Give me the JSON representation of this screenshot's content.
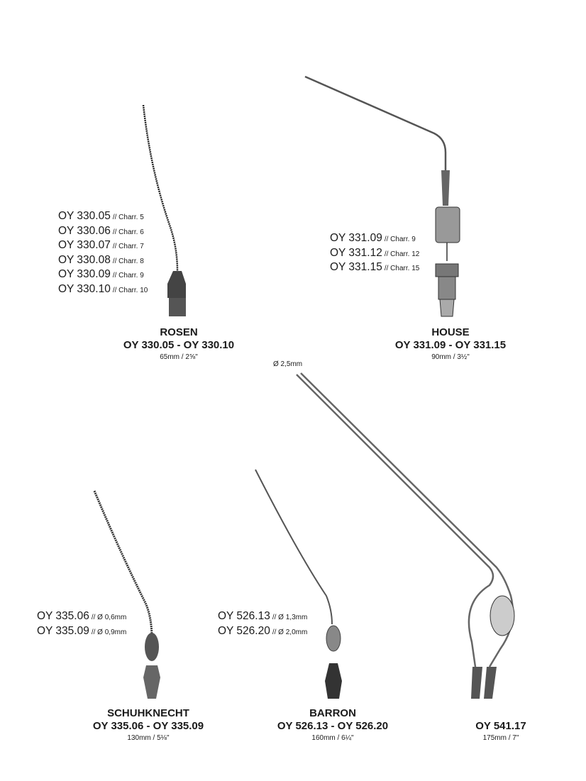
{
  "products": [
    {
      "name": "ROSEN",
      "range": "OY 330.05 - OY 330.10",
      "size": "65mm / 2⅝\"",
      "variants": [
        {
          "code": "OY 330.05",
          "spec": "// Charr. 5"
        },
        {
          "code": "OY 330.06",
          "spec": "// Charr. 6"
        },
        {
          "code": "OY 330.07",
          "spec": "// Charr. 7"
        },
        {
          "code": "OY 330.08",
          "spec": "// Charr. 8"
        },
        {
          "code": "OY 330.09",
          "spec": "// Charr. 9"
        },
        {
          "code": "OY 330.10",
          "spec": "// Charr. 10"
        }
      ]
    },
    {
      "name": "HOUSE",
      "range": "OY 331.09 - OY 331.15",
      "size": "90mm / 3½\"",
      "variants": [
        {
          "code": "OY 331.09",
          "spec": "// Charr. 9"
        },
        {
          "code": "OY 331.12",
          "spec": "// Charr. 12"
        },
        {
          "code": "OY 331.15",
          "spec": "// Charr. 15"
        }
      ]
    },
    {
      "name": "SCHUHKNECHT",
      "range": "OY 335.06 - OY 335.09",
      "size": "130mm / 5⅛\"",
      "variants": [
        {
          "code": "OY 335.06",
          "spec": "// Ø 0,6mm"
        },
        {
          "code": "OY 335.09",
          "spec": "// Ø 0,9mm"
        }
      ]
    },
    {
      "name": "BARRON",
      "range": "OY 526.13 - OY 526.20",
      "size": "160mm / 6¼\"",
      "variants": [
        {
          "code": "OY 526.13",
          "spec": "// Ø 1,3mm"
        },
        {
          "code": "OY 526.20",
          "spec": "// Ø 2,0mm"
        }
      ]
    },
    {
      "name": "",
      "range": "OY 541.17",
      "size": "175mm / 7\"",
      "diameter": "Ø 2,5mm",
      "variants": []
    }
  ]
}
